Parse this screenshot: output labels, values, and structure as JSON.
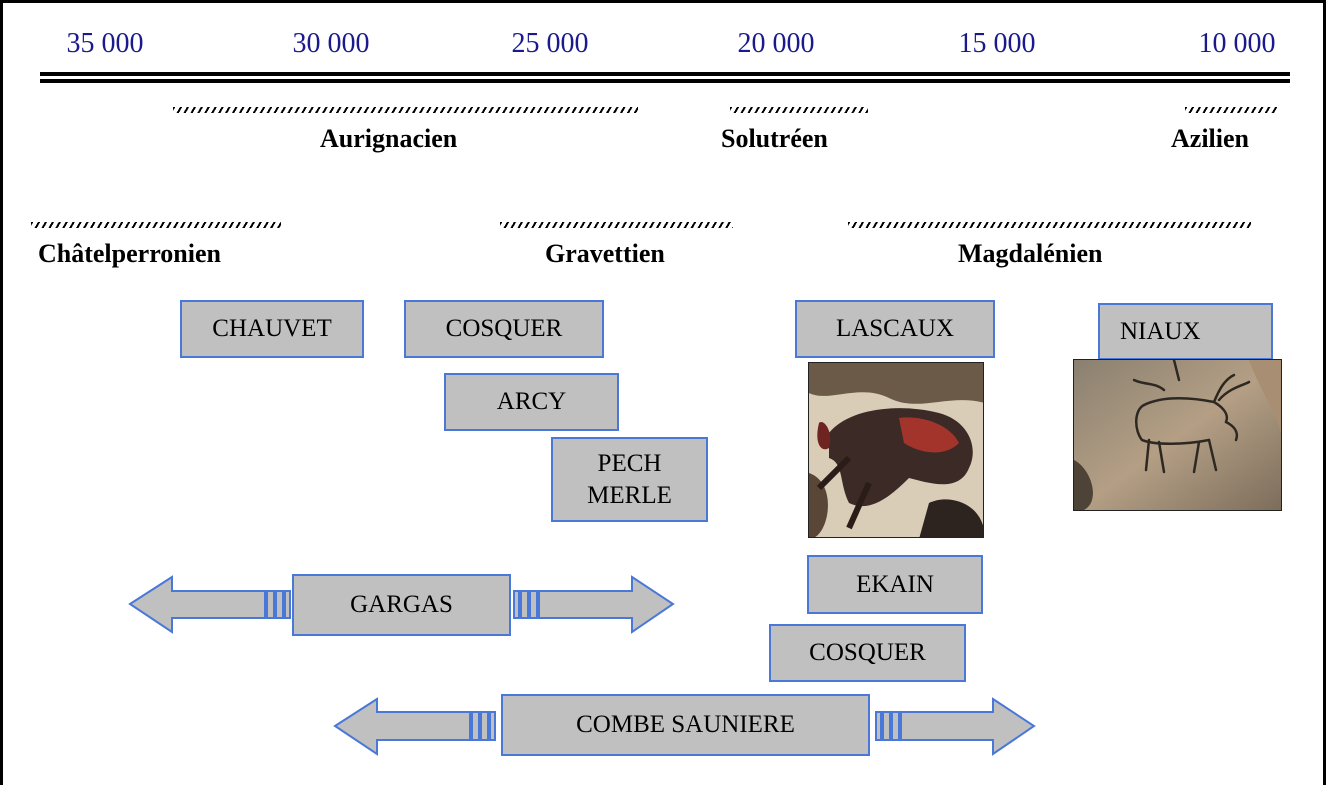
{
  "timeline": {
    "years": [
      "35 000",
      "30 000",
      "25 000",
      "20 000",
      "15 000",
      "10 000"
    ]
  },
  "periods": {
    "aurignacien": "Aurignacien",
    "solutreen": "Solutréen",
    "azilien": "Azilien",
    "chatelperronien": "Châtelperronien",
    "gravettien": "Gravettien",
    "magdalenien": "Magdalénien"
  },
  "sites": {
    "chauvet": "CHAUVET",
    "cosquer_gravettien": "COSQUER",
    "arcy": "ARCY",
    "pech_merle": "PECH\nMERLE",
    "lascaux": "LASCAUX",
    "niaux": "NIAUX",
    "gargas": "GARGAS",
    "ekain": "EKAIN",
    "cosquer_magdalenien": "COSQUER",
    "combe_sauniere": "COMBE SAUNIERE"
  },
  "colors": {
    "year_text": "#1a1a8c",
    "site_fill": "#c0c0c0",
    "site_border": "#4a78d8",
    "arrow_stroke": "#4a78d8"
  }
}
